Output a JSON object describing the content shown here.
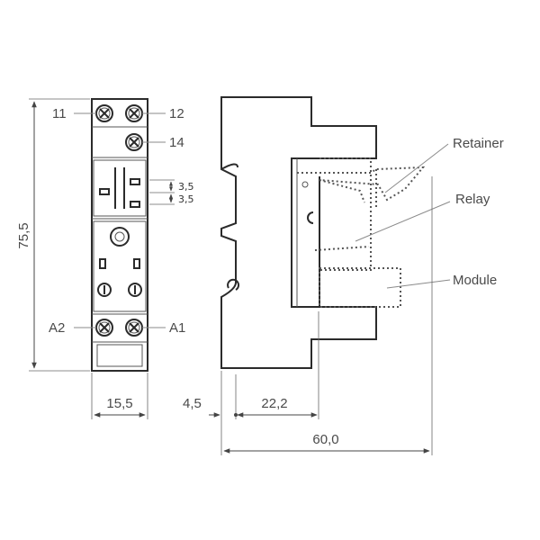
{
  "front_view": {
    "terminals": {
      "t11": "11",
      "t12": "12",
      "t14": "14",
      "a2": "A2",
      "a1": "A1"
    },
    "dimensions": {
      "height": "75,5",
      "width": "15,5",
      "pitch_upper": "3,5",
      "pitch_lower": "3,5"
    }
  },
  "side_view": {
    "labels": {
      "retainer": "Retainer",
      "relay": "Relay",
      "module": "Module"
    },
    "dimensions": {
      "offset": "4,5",
      "depth_module": "22,2",
      "depth_total": "60,0"
    }
  },
  "colors": {
    "line": "#2b2b2b",
    "text": "#4a4a4a",
    "leader": "#8a8a8a"
  }
}
